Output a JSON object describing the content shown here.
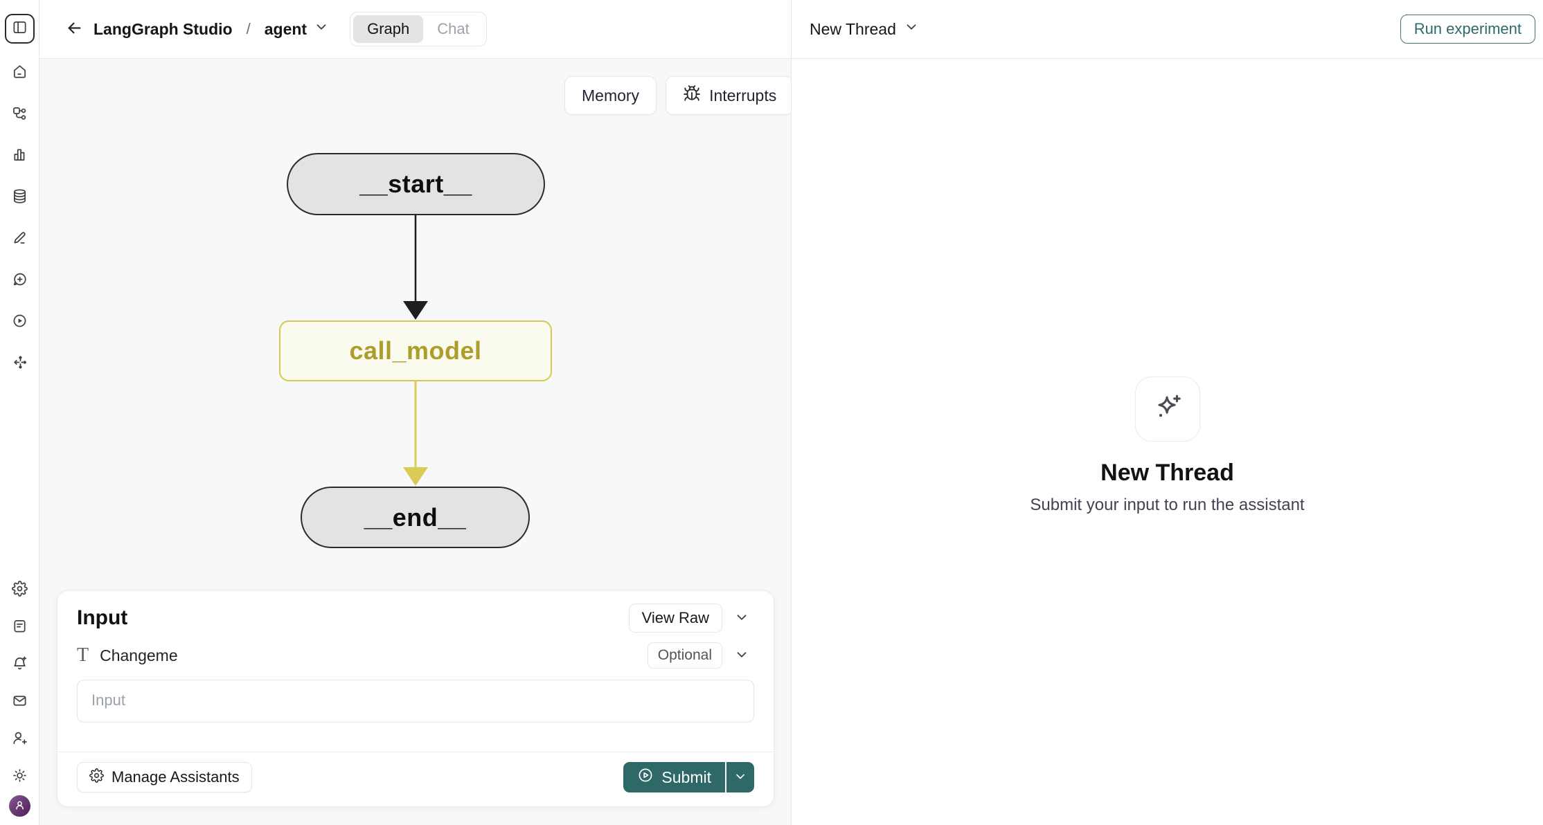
{
  "colors": {
    "accent_teal": "#2e6968",
    "canvas_bg": "#f7f8f9",
    "node_fill": "#e3e3e4",
    "node_border": "#2b2b2e",
    "active_node_fill": "#fbfaee",
    "active_node_border": "#d6c94f",
    "active_node_text": "#ac9e2b",
    "edge_black": "#1f1f22",
    "edge_yellow": "#d9cb55",
    "avatar_gradient": [
      "#8a5d96",
      "#4b2152"
    ]
  },
  "sidebar": {
    "top_icons": [
      "panel-left",
      "home",
      "workflow",
      "bar-chart",
      "database",
      "pencil",
      "message-plus",
      "play-circle",
      "network"
    ],
    "bottom_icons": [
      "settings-gear",
      "notepad",
      "bell-plus",
      "mail",
      "user-plus",
      "sun",
      "user-avatar"
    ]
  },
  "header": {
    "app_title": "LangGraph Studio",
    "separator": "/",
    "graph_selector": "agent",
    "tabs": [
      {
        "label": "Graph",
        "active": true
      },
      {
        "label": "Chat",
        "active": false
      }
    ]
  },
  "canvas": {
    "memory_button": "Memory",
    "interrupts_button": "Interrupts",
    "graph": {
      "nodes": [
        {
          "id": "__start__",
          "type": "start"
        },
        {
          "id": "call_model",
          "type": "task"
        },
        {
          "id": "__end__",
          "type": "end"
        }
      ],
      "edges": [
        {
          "from": "__start__",
          "to": "call_model",
          "color": "black"
        },
        {
          "from": "call_model",
          "to": "__end__",
          "color": "yellow"
        }
      ]
    }
  },
  "input_panel": {
    "title": "Input",
    "view_raw_button": "View Raw",
    "field_icon": "text-type-icon",
    "field_label": "Changeme",
    "optional_badge": "Optional",
    "input_value": "",
    "input_placeholder": "Input",
    "manage_assistants_button": "Manage Assistants",
    "submit_button": "Submit"
  },
  "thread_panel": {
    "thread_selector": "New Thread",
    "run_experiment_button": "Run experiment",
    "empty_state": {
      "icon": "sparkles-icon",
      "title": "New Thread",
      "subtitle": "Submit your input to run the assistant"
    }
  }
}
